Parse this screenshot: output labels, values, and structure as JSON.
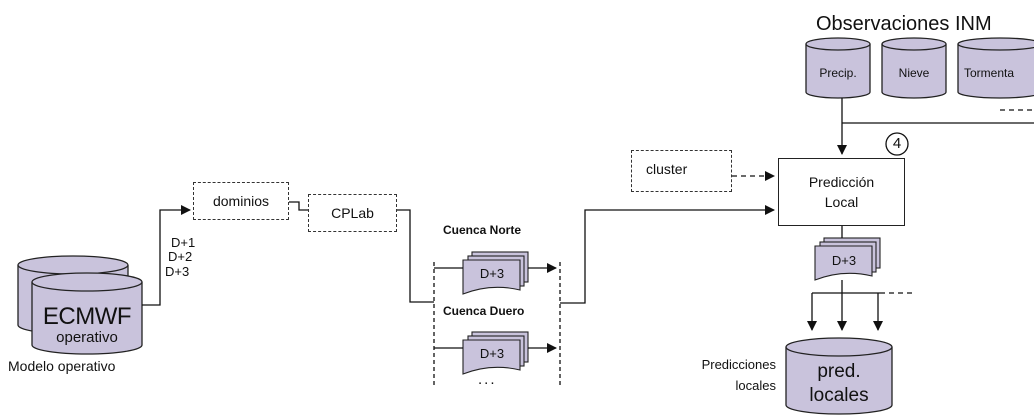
{
  "title": "Observaciones INM",
  "ecmwf": {
    "name": "ECMWF",
    "sub": "operativo",
    "caption": "Modelo operativo"
  },
  "days": [
    "D+1",
    "D+2",
    "D+3"
  ],
  "dominios": "dominios",
  "cplab": "CPLab",
  "cluster": "cluster",
  "prediccion": {
    "line1": "Predicción",
    "line2": "Local",
    "step": "4"
  },
  "cuenca_norte": {
    "label": "Cuenca Norte",
    "doc": "D+3"
  },
  "cuenca_duero": {
    "label": "Cuenca Duero",
    "doc": "D+3"
  },
  "ellipsis": "...",
  "obs": [
    "Precip.",
    "Nieve",
    "Tormenta"
  ],
  "output_doc": "D+3",
  "pred_db": {
    "line1": "pred.",
    "line2": "locales"
  },
  "predicciones_caption": {
    "line1": "Predicciones",
    "line2": "locales"
  },
  "colors": {
    "cylinder_fill": "#c9c3dc",
    "doc_fill": "#c9c3dc",
    "stroke": "#222222"
  }
}
